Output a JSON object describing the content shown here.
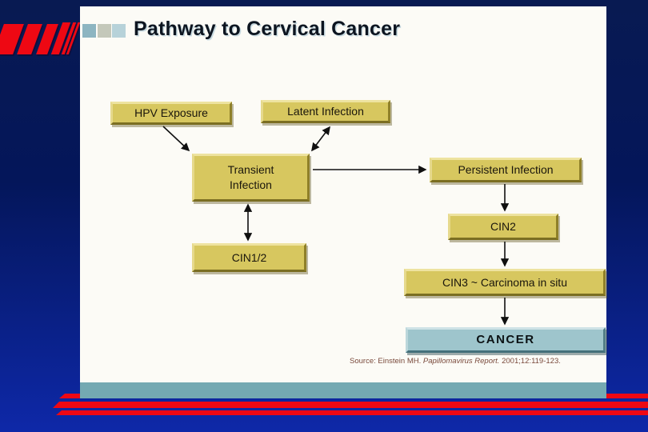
{
  "slide": {
    "title": "Pathway to Cervical Cancer",
    "source_prefix": "Source:  Einstein MH.  ",
    "source_journal": "Papillomavirus Report.",
    "source_citation": "  2001;12:119-123."
  },
  "diagram": {
    "nodes": {
      "hpv": {
        "label": "HPV Exposure"
      },
      "latent": {
        "label": "Latent Infection"
      },
      "transient": {
        "label": "Transient Infection"
      },
      "persistent": {
        "label": "Persistent Infection"
      },
      "cin12": {
        "label": "CIN1/2"
      },
      "cin2": {
        "label": "CIN2"
      },
      "cin3": {
        "label": "CIN3 ~ Carcinoma in situ"
      },
      "cancer": {
        "label": "CANCER"
      }
    },
    "edges": [
      {
        "from": "HPV Exposure",
        "to": "Transient Infection",
        "direction": "one-way"
      },
      {
        "from": "Latent Infection",
        "to": "Transient Infection",
        "direction": "two-way"
      },
      {
        "from": "Transient Infection",
        "to": "Persistent Infection",
        "direction": "one-way"
      },
      {
        "from": "Transient Infection",
        "to": "CIN1/2",
        "direction": "two-way"
      },
      {
        "from": "Persistent Infection",
        "to": "CIN2",
        "direction": "one-way"
      },
      {
        "from": "CIN2",
        "to": "CIN3 ~ Carcinoma in situ",
        "direction": "one-way"
      },
      {
        "from": "CIN3 ~ Carcinoma in situ",
        "to": "CANCER",
        "direction": "one-way"
      }
    ]
  },
  "colors": {
    "box_fill": "#d7c75f",
    "cancer_fill": "#9ec5cc",
    "accent_red": "#ee0813",
    "footer_teal": "#74a9b2",
    "bg_top": "#081a52",
    "bg_bottom": "#0e28a8",
    "bullet_1": "#8db5c1",
    "bullet_2": "#c4c8ba",
    "bullet_3": "#b7d2d9",
    "title_color": "#0d1520",
    "source_color": "#7a4a3c"
  }
}
